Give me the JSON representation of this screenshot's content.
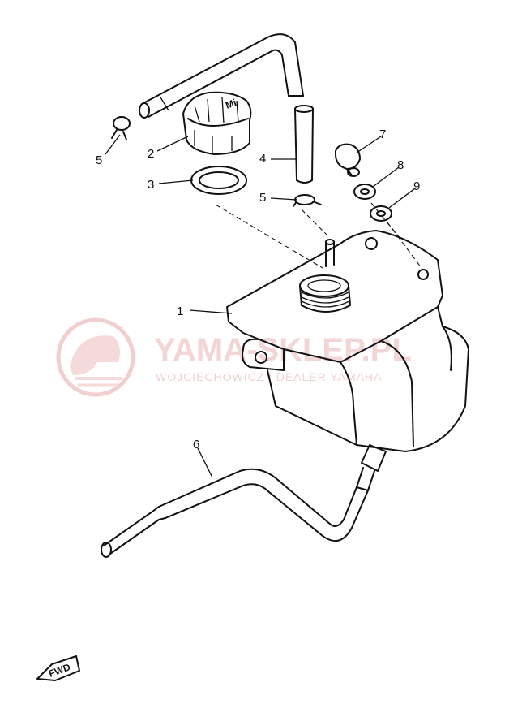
{
  "watermark": {
    "title": "YAMA-SKLEP.PL",
    "subtitle": "WOJCIECHOWICZ | DEALER YAMAHA",
    "color": "#e9b3b3"
  },
  "callouts": {
    "c1": "1",
    "c2": "2",
    "c3": "3",
    "c4": "4",
    "c5a": "5",
    "c5b": "5",
    "c6": "6",
    "c7": "7",
    "c8": "8",
    "c9": "9"
  },
  "direction_badge": {
    "label": "FWD"
  },
  "icons": {
    "watermark_logo": "helmet-rider-logo-icon",
    "direction": "forward-arrow-icon"
  }
}
